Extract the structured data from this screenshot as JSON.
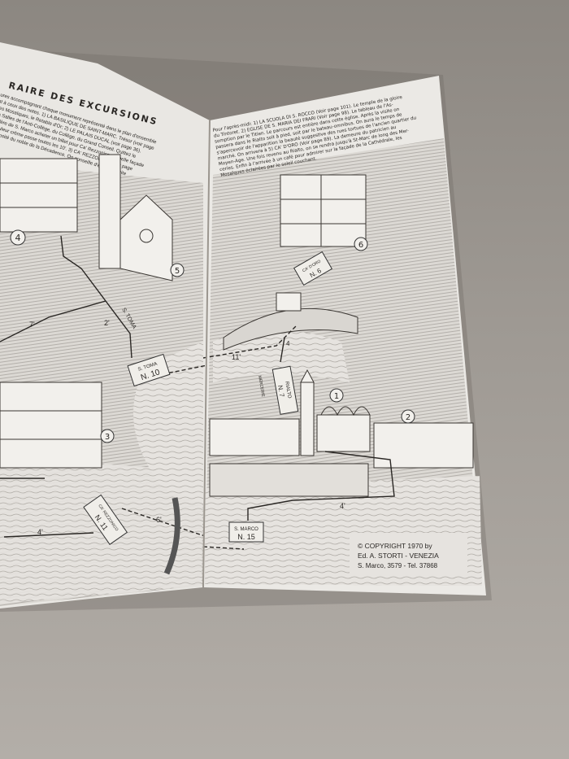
{
  "left_page": {
    "heading": "RAIRE DES EXCURSIONS",
    "intro_lines": [
      "ures accompagnant chaque monument représenté dans le plan d'ensemble",
      "nt à ceux des notes. 1) LA BASILIQUE DE SAINT-MARC. Trésor (voir page",
      "Les Mosaïques, le Retable d'Or; 2) LE PALAIS DUCAL (voir page 36).",
      "les Salles de l'Anti-Collège, du Collège, du Grand Conseil. Quittez le",
      "cadère de S. Marco acheter un billet pour Ca' Rezzonico. La belle façade",
      ") couleur crème passe toutes les 10'. 3) CA' REZZONICO (Voir page",
      "mpluosité du noble de la Décadence. On conseille d'entrer ensuite"
    ],
    "markers": [
      "4",
      "5",
      "3"
    ],
    "stops": [
      {
        "name": "S. TOMA",
        "number": "N. 10"
      },
      {
        "name": "CA' REZZONICO",
        "number": "N. 11"
      }
    ],
    "labels": {
      "s_toma_street": "S. TOMA",
      "route_2": "2'",
      "route_7": "7'",
      "route_4": "4'",
      "route_6": "6'"
    }
  },
  "right_page": {
    "intro_lines": [
      "Pour l'après-midi: 1) LA SCUOLA DI S. ROCCO (Voir page 101). Le temple de la gloire",
      "du Tintoret. 2) EGLISE DE S. MARIA DEI FRARI (Voir page 98). Le tableau de l'As-",
      "somption par le Titien. Le parcours est entière dans cette église. Après la visite on",
      "passera dans le Rialto soit à pied, soit par le bateau-omnibus. On aura le temps de",
      "s'apercevoir de l'apparition la beauté suggestive des rues tortues de l'ancien quartier du",
      "marché. On arrivera à 5) CA' D'ORO (Voir page 89). La demeure du patricien au",
      "Moyen-Age. Une fois revenu au Rialto, on se rendra jusqu'à St-Marc de long des Mer-",
      "ceries. Enfin à l'arrivée à un café pour admirer sur la façade de la Cathédrale, les",
      "Mosaïques éclairées par le soleil couchant."
    ],
    "markers": [
      "6",
      "1",
      "2"
    ],
    "stops": [
      {
        "name": "CA' D'ORO",
        "number": "N. 6"
      },
      {
        "name": "RIALTO",
        "number": "N. 7"
      },
      {
        "name": "S. MARCO",
        "number": "N. 15"
      }
    ],
    "labels": {
      "route_11": "11'",
      "route_4": "4'",
      "route_4b": "4",
      "mercerie": "MERCERIE"
    },
    "copyright": {
      "line1": "© COPYRIGHT 1970 by",
      "line2": "Ed. A. STORTI - VENEZIA",
      "line3": "S. Marco, 3579 - Tel. 37868"
    }
  }
}
